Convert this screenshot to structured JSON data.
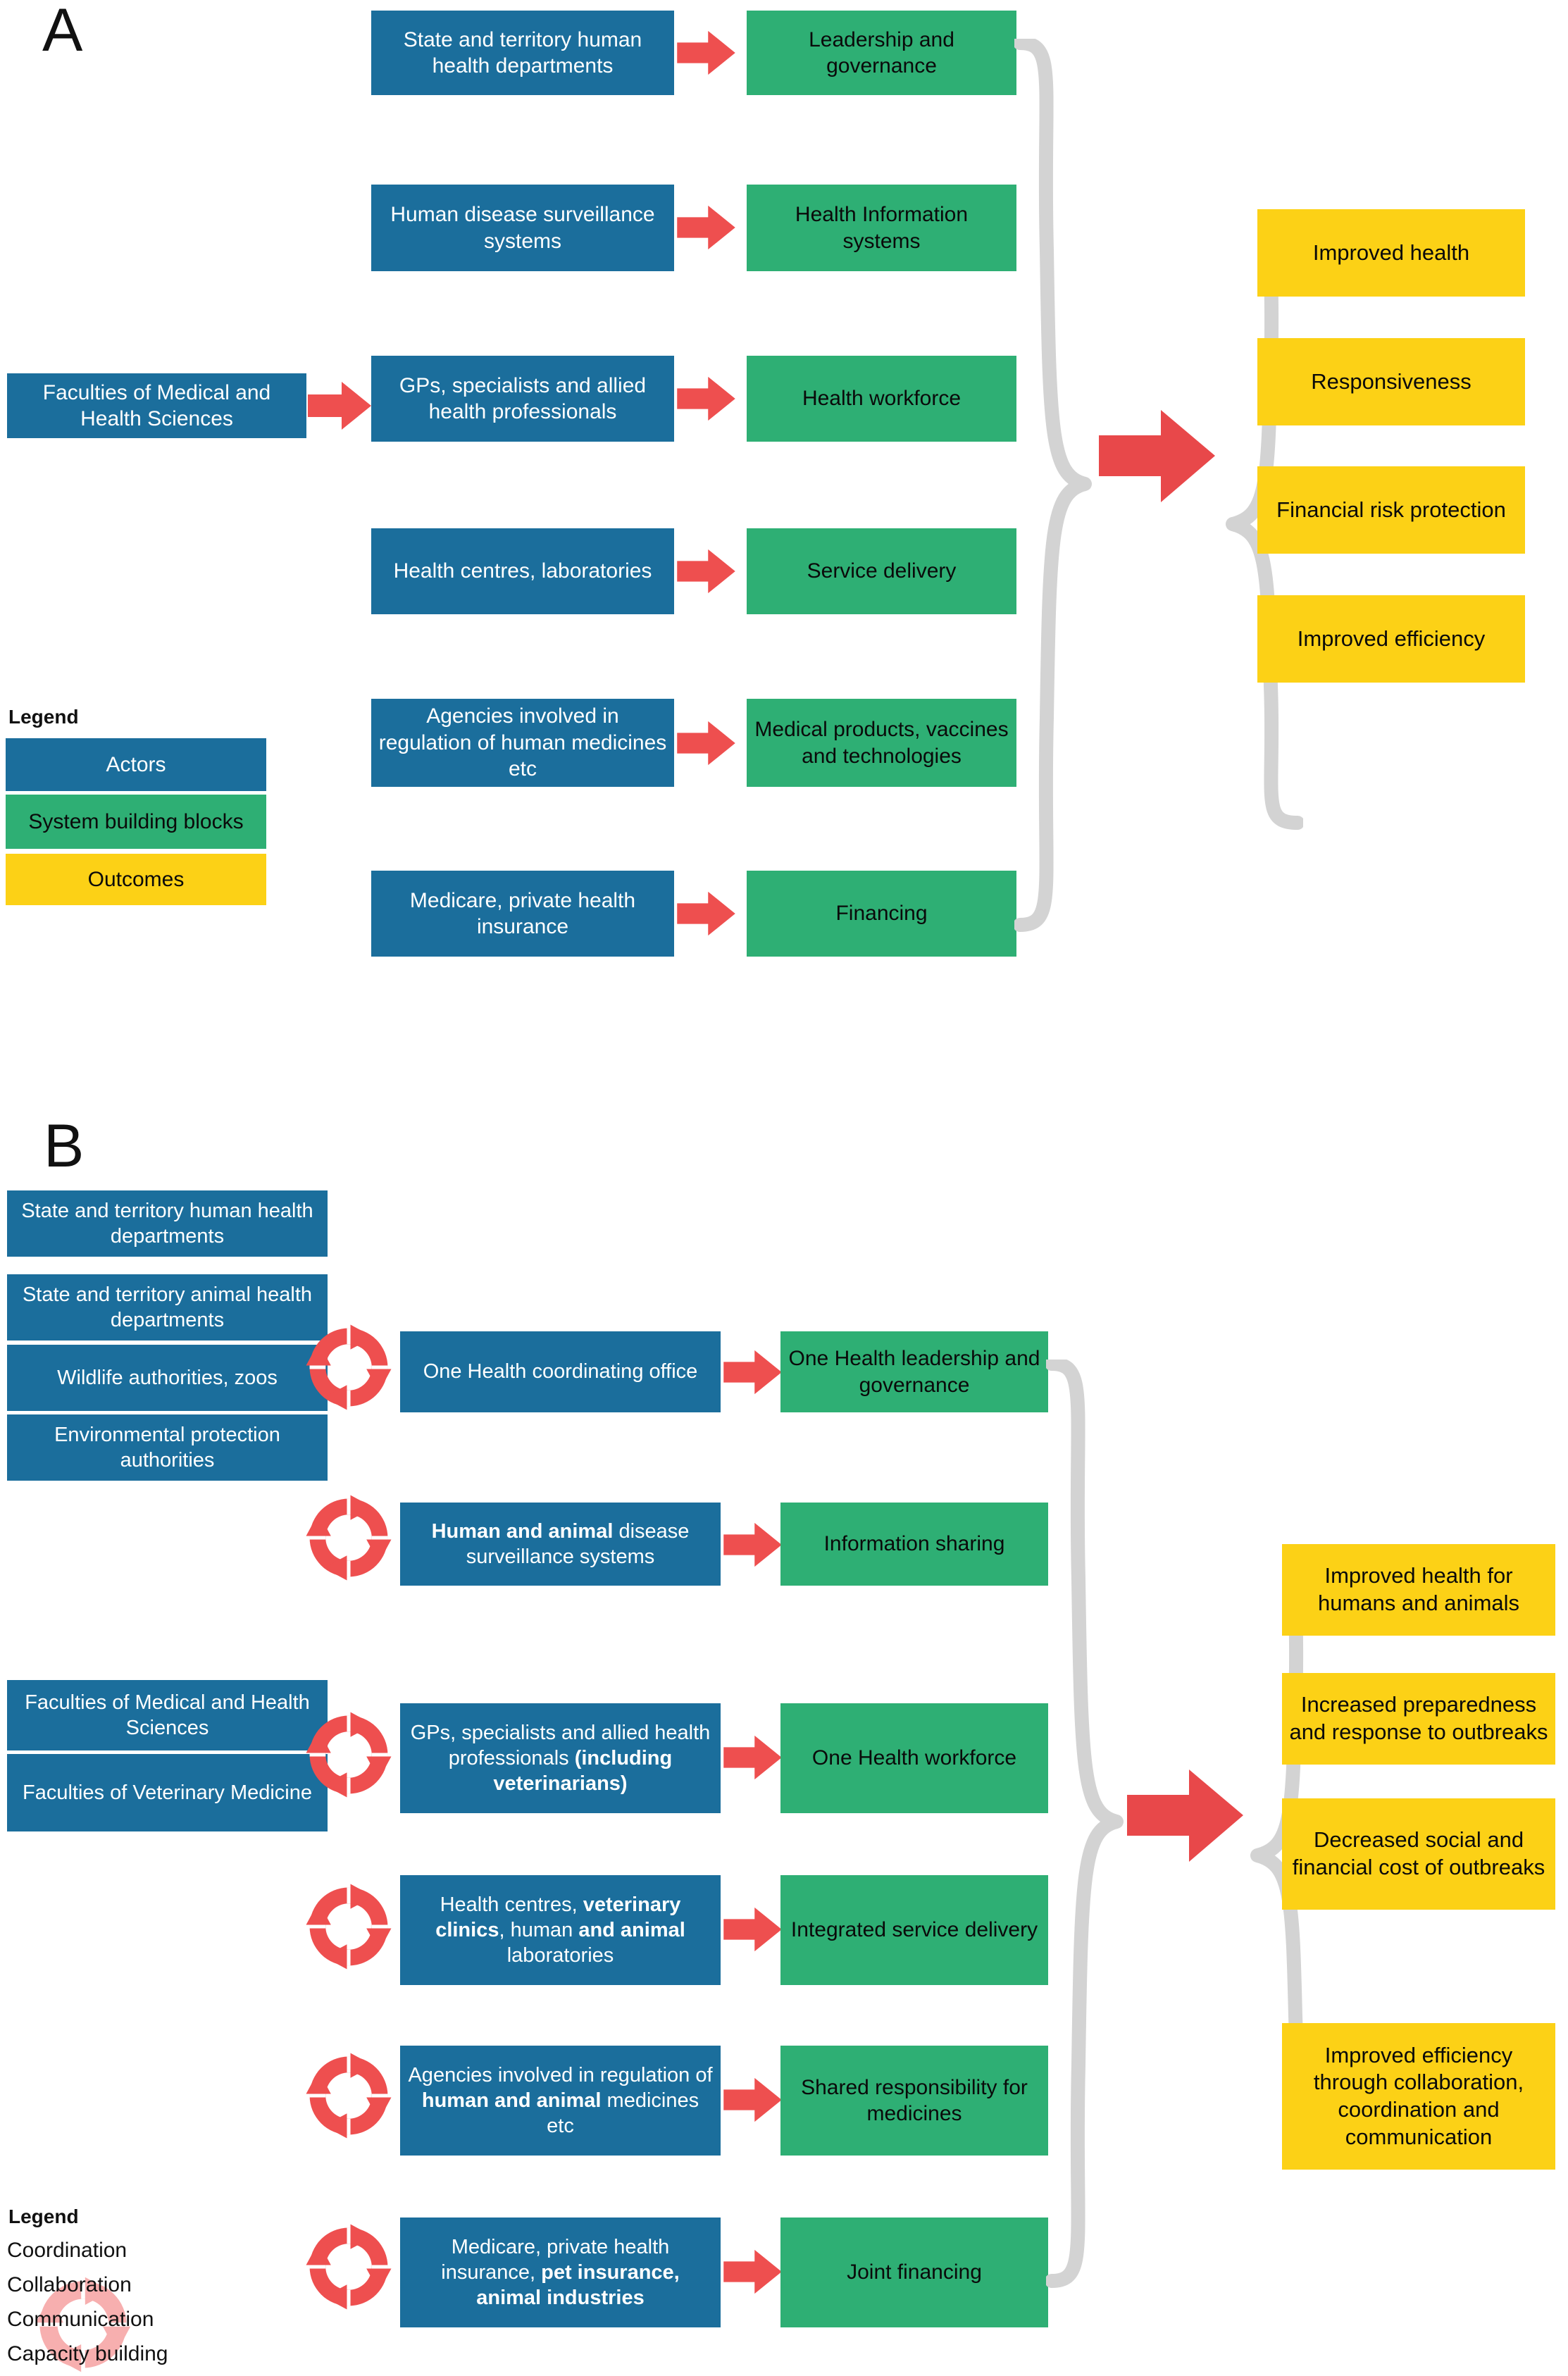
{
  "colors": {
    "actor_blue": "#1B6E9C",
    "building_block_green": "#2EAF74",
    "outcome_yellow": "#FCD116",
    "arrow_red": "#EE4F4F",
    "brace_gray": "#D3D3D3"
  },
  "panel_a": {
    "letter": "A",
    "left_actor": "Faculties of Medical and Health Sciences",
    "actors": [
      "State and territory human health departments",
      "Human disease surveillance systems",
      "GPs, specialists and allied health professionals",
      "Health centres, laboratories",
      "Agencies involved in regulation of human medicines etc",
      "Medicare, private health insurance"
    ],
    "building_blocks": [
      "Leadership and governance",
      "Health Information systems",
      "Health workforce",
      "Service delivery",
      "Medical products, vaccines and technologies",
      "Financing"
    ],
    "outcomes": [
      "Improved health",
      "Responsiveness",
      "Financial risk protection",
      "Improved efficiency"
    ],
    "legend": {
      "title": "Legend",
      "items": [
        {
          "label": "Actors",
          "swatch": "actor_blue"
        },
        {
          "label": "System building blocks",
          "swatch": "building_block_green"
        },
        {
          "label": "Outcomes",
          "swatch": "outcome_yellow"
        }
      ]
    }
  },
  "panel_b": {
    "letter": "B",
    "left_actors_group1": [
      "State and territory human health departments",
      "State and territory animal health departments",
      "Wildlife authorities, zoos",
      "Environmental protection authorities"
    ],
    "left_actors_group2": [
      "Faculties of Medical and Health Sciences",
      "Faculties of  Veterinary Medicine"
    ],
    "actors": [
      {
        "html": "One Health coordinating office"
      },
      {
        "html": "<b>Human and animal</b> disease surveillance systems"
      },
      {
        "html": "GPs, specialists and allied health professionals <b>(including veterinarians)</b>"
      },
      {
        "html": "Health centres, <b>veterinary clinics</b>, human <b>and animal</b> laboratories"
      },
      {
        "html": "Agencies involved in regulation of <b>human and animal</b> medicines etc"
      },
      {
        "html": "Medicare, private health insurance, <b>pet insurance, animal industries</b>"
      }
    ],
    "building_blocks": [
      "One Health leadership and governance",
      "Information sharing",
      "One Health workforce",
      "Integrated service delivery",
      "Shared responsibility for medicines",
      "Joint financing"
    ],
    "outcomes": [
      "Improved health for humans and animals",
      "Increased preparedness and response to outbreaks",
      "Decreased social and financial cost of outbreaks",
      "Improved efficiency through collaboration, coordination and communication"
    ],
    "legend": {
      "title": "Legend",
      "items": [
        "Coordination",
        "Collaboration",
        "Communication",
        "Capacity building"
      ]
    }
  }
}
